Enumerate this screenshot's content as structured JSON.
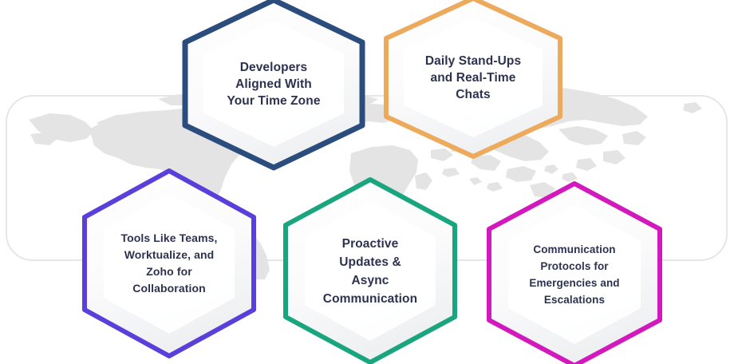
{
  "graphic": {
    "type": "hexagon-infographic",
    "background": {
      "frame_name": "rounded-rectangle-frame",
      "frame_color": "#e6e6e6",
      "map_name": "world-map",
      "map_color": "#e4e4e4"
    },
    "text_color": "#2d3250",
    "hexagons": [
      {
        "id": "developers-time-zone",
        "border_color": "#2b4d7e",
        "fill_color": "#ffffff",
        "lines": [
          "Developers",
          "Aligned With",
          "Your Time Zone"
        ]
      },
      {
        "id": "daily-standups",
        "border_color": "#eda95c",
        "fill_color": "#ffffff",
        "lines": [
          "Daily Stand-Ups",
          "and Real-Time",
          "Chats"
        ]
      },
      {
        "id": "collaboration-tools",
        "border_color": "#5b3fdb",
        "fill_color": "#ffffff",
        "lines": [
          "Tools Like Teams,",
          "Worktualize, and",
          "Zoho for",
          "Collaboration"
        ]
      },
      {
        "id": "proactive-updates",
        "border_color": "#19a57e",
        "fill_color": "#ffffff",
        "lines": [
          "Proactive",
          "Updates &",
          "Async",
          "Communication"
        ]
      },
      {
        "id": "communication-protocols",
        "border_color": "#d119bd",
        "fill_color": "#ffffff",
        "lines": [
          "Communication",
          "Protocols for",
          "Emergencies and",
          "Escalations"
        ]
      }
    ]
  }
}
